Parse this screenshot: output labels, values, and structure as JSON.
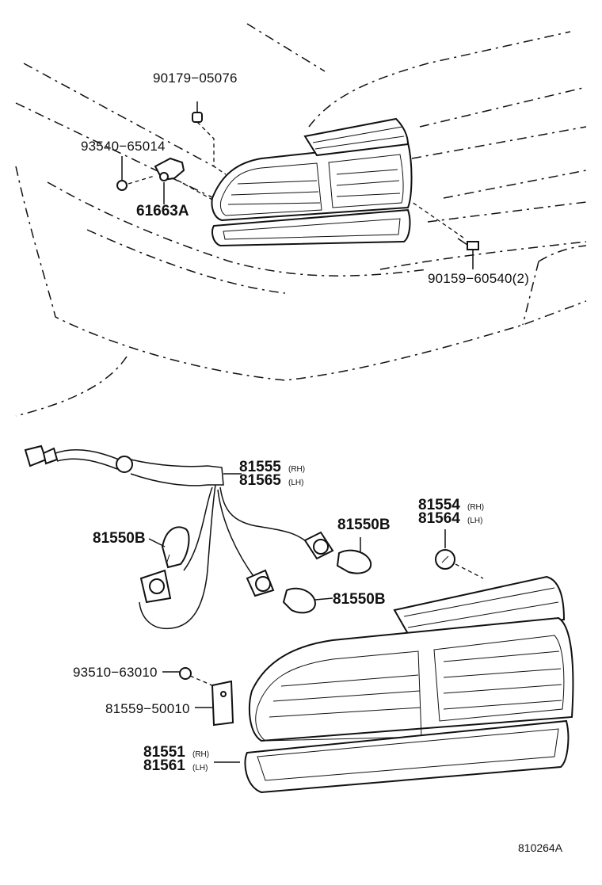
{
  "labels": {
    "p90179": "90179−05076",
    "p93540": "93540−65014",
    "p61663": "61663A",
    "p90159": "90159−60540(2)",
    "p81555": "81555",
    "p81555s": "(RH)",
    "p81565": "81565",
    "p81565s": "(LH)",
    "p81550b_1": "81550B",
    "p81550b_2": "81550B",
    "p81550b_3": "81550B",
    "p81554": "81554",
    "p81554s": "(RH)",
    "p81564": "81564",
    "p81564s": "(LH)",
    "p93510": "93510−63010",
    "p81559": "81559−50010",
    "p81551": "81551",
    "p81551s": "(RH)",
    "p81561": "81561",
    "p81561s": "(LH)"
  },
  "figure_id": "810264A"
}
